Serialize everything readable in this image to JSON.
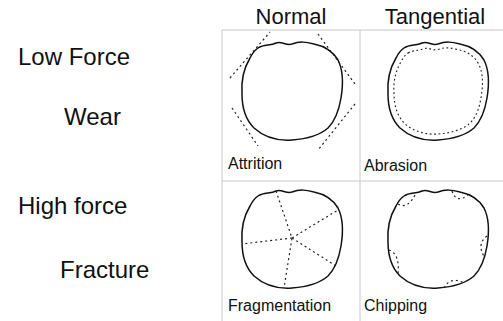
{
  "diagram": {
    "labels": [
      "Normal",
      "Tangential",
      "Low Force",
      "Wear",
      "Attrition",
      "Abrasion",
      "High force",
      "Fracture",
      "Fragmentation",
      "Chipping"
    ]
  }
}
